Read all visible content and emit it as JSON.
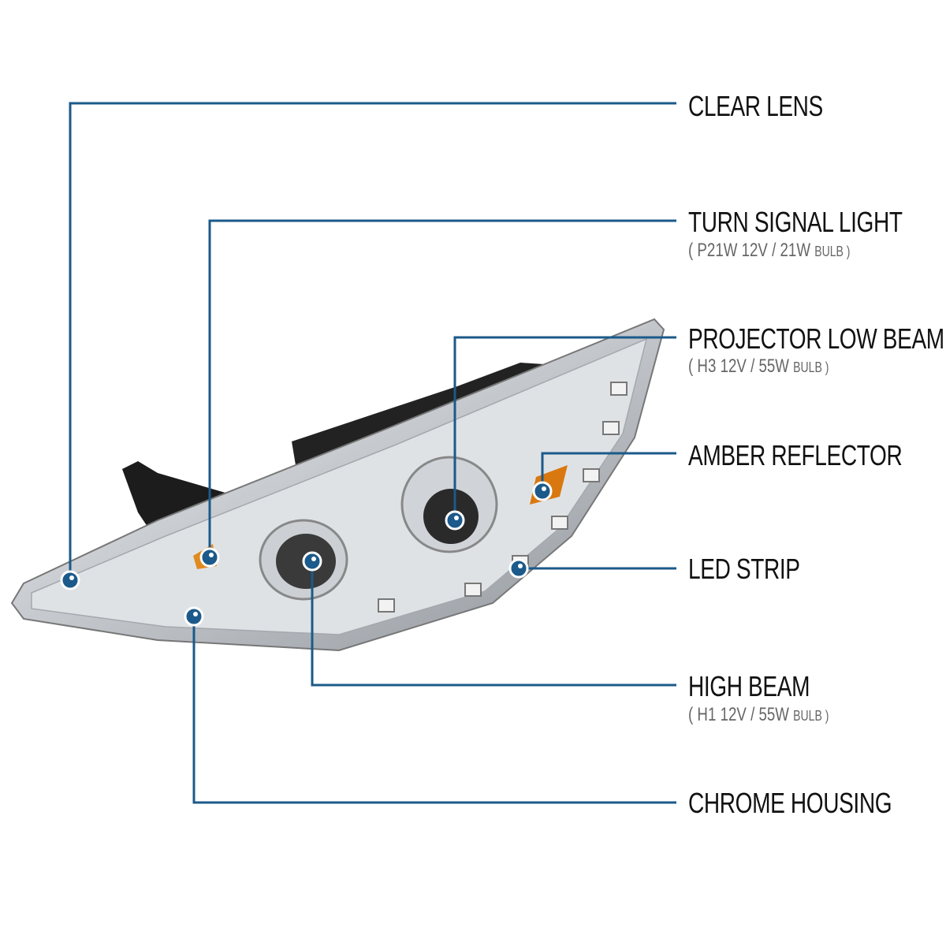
{
  "colors": {
    "line": "#1b5a8a",
    "amber": "#d9780f",
    "chrome": "#c9cdd2",
    "bracket": "#1c1c1c"
  },
  "callouts": [
    {
      "id": "clear-lens",
      "title": "CLEAR LENS"
    },
    {
      "id": "turn-signal-light",
      "title": "TURN SIGNAL LIGHT",
      "sub_prefix": "( P21W  12V / 21W",
      "sub_unit": "BULB )"
    },
    {
      "id": "projector-low-beam",
      "title": "PROJECTOR LOW BEAM",
      "sub_prefix": "( H3  12V / 55W",
      "sub_unit": "BULB )"
    },
    {
      "id": "amber-reflector",
      "title": "AMBER REFLECTOR"
    },
    {
      "id": "led-strip",
      "title": "LED STRIP"
    },
    {
      "id": "high-beam",
      "title": "HIGH BEAM",
      "sub_prefix": "( H1  12V / 55W",
      "sub_unit": "BULB )"
    },
    {
      "id": "chrome-housing",
      "title": "CHROME HOUSING"
    }
  ]
}
